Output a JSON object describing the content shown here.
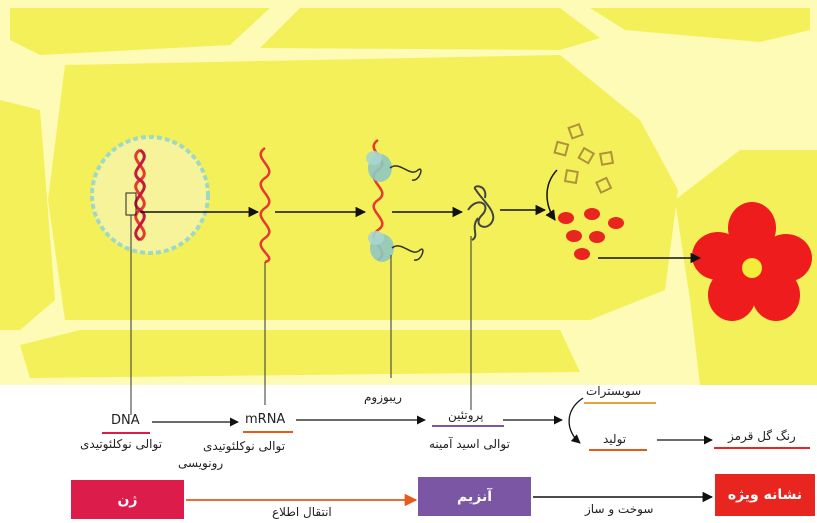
{
  "labels": {
    "dna": "DNA",
    "dna_sub": "توالی نوکلئوتیدی",
    "mrna": "mRNA",
    "mrna_sub": "توالی نوکلئوتیدی",
    "transcription": "رونویسی",
    "ribosome": "ریبوزوم",
    "protein": "پروتئین",
    "protein_sub": "توالی اسید آمینه",
    "substrate": "سوبسترات",
    "product": "تولید",
    "flower_color": "رنگ گل قرمز"
  },
  "boxes": {
    "gene": "ژن",
    "enzyme": "آنزیم",
    "trait": "نشانه ویژه"
  },
  "arrow_labels": {
    "info_transfer": "انتقال اطلاع",
    "metabolism": "سوخت و ساز"
  },
  "colors": {
    "cytoplasm": "#f4f05a",
    "cell_wall": "#fdfbb5",
    "strand": "#e8392e",
    "gene_box": "#dc1d4b",
    "enzyme_box": "#7b56a4",
    "trait_box": "#e8251f",
    "flower": "#ee1c1c"
  }
}
